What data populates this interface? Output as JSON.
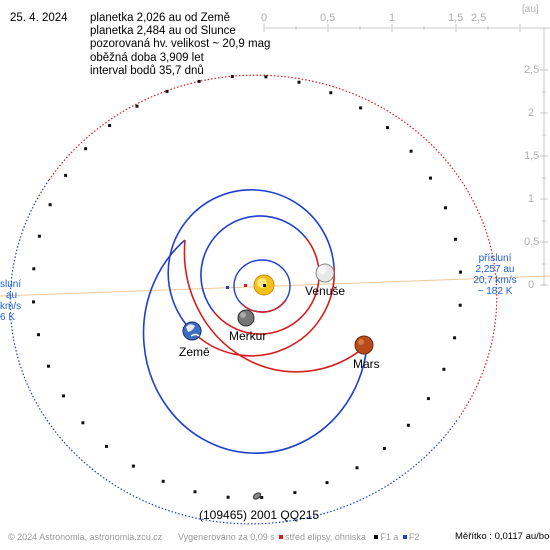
{
  "date": "25. 4. 2024",
  "info": [
    "planetka 2,026 au od Země",
    "planetka 2,484 au od Slunce",
    "pozorovaná hv. velikost ~ 20,9 mag",
    "oběžná doba 3,909 let",
    "interval bodů 35,7 dnů"
  ],
  "axis": {
    "unit_label": "[au]",
    "top_ticks": [
      "0",
      "0,5",
      "1",
      "1,5",
      "2",
      "2,5"
    ],
    "right_ticks": [
      "2,5",
      "2",
      "1,5",
      "1",
      "0,5",
      "0"
    ]
  },
  "bodies": {
    "venus": "Venuše",
    "mercury": "Merkur",
    "earth": "Země",
    "mars": "Mars",
    "asteroid": "(109465) 2001 QQ215"
  },
  "perihelion": {
    "label": "přísluní",
    "distance": "2,257 au",
    "speed": "20,7 km/s",
    "temperature": "~ 182 K"
  },
  "aphelion": {
    "label": "sluní",
    "distance": "au",
    "speed": "km/s",
    "temperature": "6 K"
  },
  "footer": {
    "copyright": "© 2024 Astronomia, astronomia.zcu.cz",
    "generated": "Vygenerováno za 0,09 s",
    "legend_center": "střed elipsy, ohniska",
    "legend_f1": "F1 a",
    "legend_f2": "F2",
    "scale": "Měřítko : 0,0117 au/bod"
  },
  "colors": {
    "orbit_blue": "#1f3fd0",
    "orbit_red": "#d81c1c",
    "line_of_apsides": "#f2c79a",
    "axis_grey": "#b8b8b8",
    "perihelion_text": "#1f5fd8"
  }
}
